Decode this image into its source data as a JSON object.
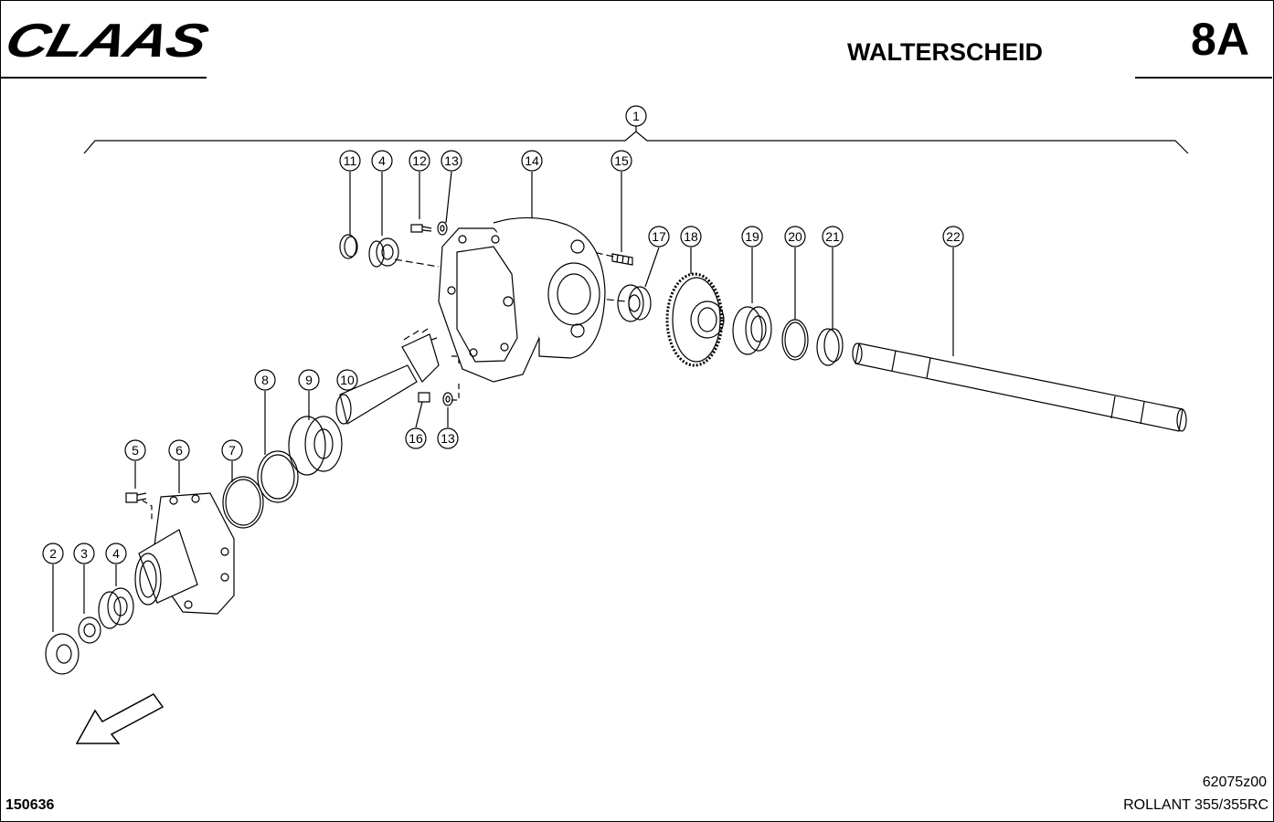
{
  "header": {
    "logo": "CLAAS",
    "title": "WALTERSCHEID",
    "page_number": "8A"
  },
  "footer": {
    "drawing_id": "62075z00",
    "sheet_id": "150636",
    "model": "ROLLANT 355/355RC"
  },
  "callouts": [
    "1",
    "2",
    "3",
    "4",
    "4",
    "5",
    "6",
    "7",
    "8",
    "9",
    "10",
    "11",
    "12",
    "13",
    "13",
    "14",
    "15",
    "16",
    "17",
    "18",
    "19",
    "20",
    "21",
    "22"
  ],
  "direction_arrow": "arrow-down-left-icon"
}
